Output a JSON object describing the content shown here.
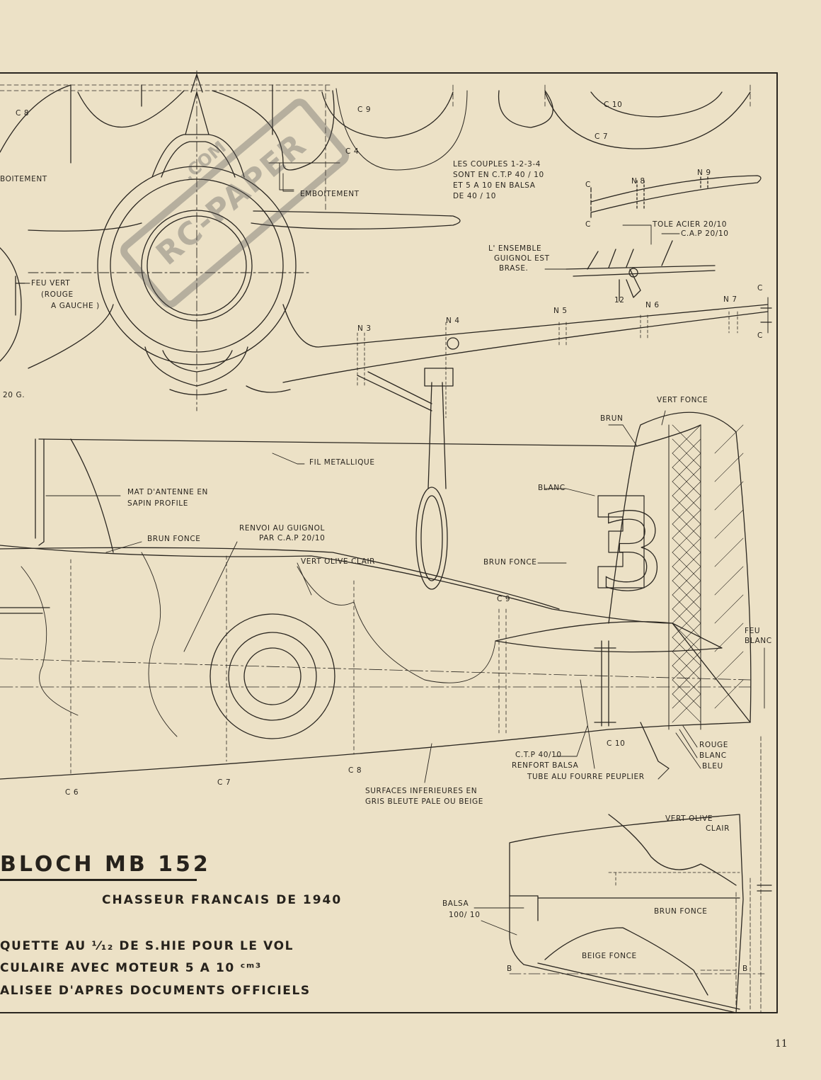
{
  "title": {
    "main": "BLOCH MB 152",
    "sub": "CHASSEUR FRANCAIS DE 1940"
  },
  "description": [
    "QUETTE AU ¹⁄₁₂ DE S.HIE POUR LE VOL",
    "CULAIRE AVEC MOTEUR 5 A 10 ᶜᵐ³",
    "ALISEE D'APRES DOCUMENTS OFFICIELS"
  ],
  "page_number": "11",
  "watermark": {
    "text": "RC-PAPER",
    "domain": ".COM"
  },
  "labels": {
    "c8_top": "C 8",
    "c9_top": "C 9",
    "c10_top": "C 10",
    "c7_top": "C 7",
    "c4": "C 4",
    "emboitement_left": "BOITEMENT",
    "emboitement": "EMBOITEMENT",
    "couples_note": [
      "LES COUPLES 1-2-3-4",
      "SONT EN C.T.P 40 / 10",
      "ET 5 A 10 EN BALSA",
      "DE 40 / 10"
    ],
    "c_a": "C",
    "c_b": "C",
    "n8": "N 8",
    "n9": "N 9",
    "tole": "TOLE ACIER 20/10",
    "cap_20": "C.A.P 20/10",
    "ensemble": [
      "L' ENSEMBLE",
      "GUIGNOL EST",
      "BRASE."
    ],
    "twelve": "12",
    "feu_vert": [
      "FEU VERT",
      "(ROUGE",
      "A GAUCHE )"
    ],
    "n3": "N 3",
    "n4": "N 4",
    "n5": "N 5",
    "n6": "N 6",
    "n7": "N 7",
    "c_right_top": "C",
    "c_right_bottom": "C",
    "twenty_g": "20 G.",
    "vert_fonce": "VERT FONCE",
    "brun": "BRUN",
    "fil": "FIL METALLIQUE",
    "mat": [
      "MAT D'ANTENNE EN",
      "SAPIN PROFILE"
    ],
    "blanc": "BLANC",
    "brun_fonce_1": "BRUN FONCE",
    "renvoi": [
      "RENVOI AU GUIGNOL",
      "PAR C.A.P 20/10"
    ],
    "vert_olive_clair": "VERT OLIVE CLAIR",
    "brun_fonce_2": "BRUN FONCE",
    "c9_side": "C 9",
    "feu_blanc": [
      "FEU",
      "BLANC"
    ],
    "c10_side": "C 10",
    "ctp": "C.T.P 40/10",
    "renfort": "RENFORT BALSA",
    "tube": "TUBE ALU FOURRE PEUPLIER",
    "rouge": "ROUGE",
    "blanc2": "BLANC",
    "bleu": "BLEU",
    "c6": "C 6",
    "c7_side": "C 7",
    "c8_side": "C 8",
    "surfaces": [
      "SURFACES INFERIEURES EN",
      "GRIS BLEUTE PALE OU BEIGE"
    ],
    "vert_olive_clair_2": [
      "VERT OLIVE",
      "CLAIR"
    ],
    "balsa": [
      "BALSA",
      "100/ 10"
    ],
    "brun_fonce_3": "BRUN FONCE",
    "beige_fonce": "BEIGE FONCE",
    "b_left": "B",
    "b_right": "B",
    "numeral": "3"
  }
}
